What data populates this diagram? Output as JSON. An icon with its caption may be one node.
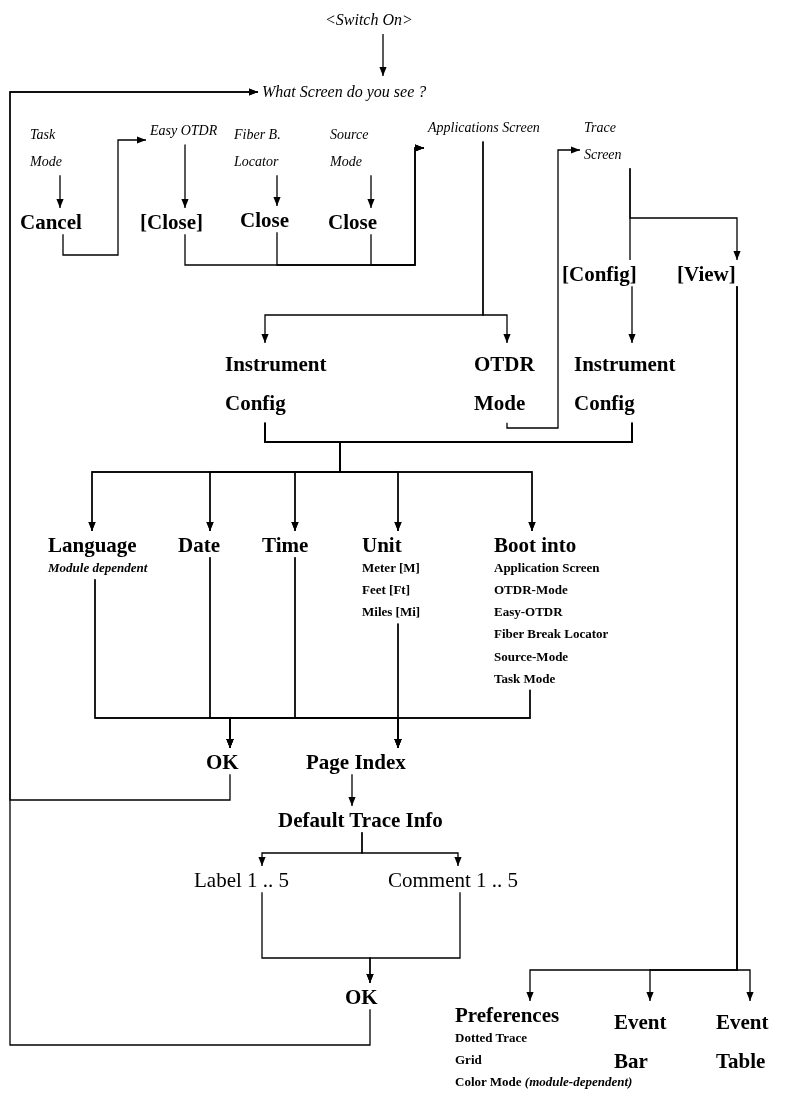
{
  "diagram": {
    "nodes": [
      {
        "text": [
          "<Switch On>"
        ]
      },
      {
        "text": [
          "What Screen do you see ?"
        ]
      },
      {
        "text": [
          "Task Mode"
        ]
      },
      {
        "text": [
          "Easy OTDR"
        ]
      },
      {
        "text": [
          "Fiber B. Locator"
        ]
      },
      {
        "text": [
          "Source Mode"
        ]
      },
      {
        "text": [
          "Applications Screen"
        ]
      },
      {
        "text": [
          "Trace Screen"
        ]
      },
      {
        "text": [
          "Cancel"
        ]
      },
      {
        "text": [
          "[Close]"
        ]
      },
      {
        "text": [
          "Close"
        ]
      },
      {
        "text": [
          "Close"
        ]
      },
      {
        "text": [
          "[Config]"
        ]
      },
      {
        "text": [
          "[View]"
        ]
      },
      {
        "text": [
          "Instrument Config"
        ]
      },
      {
        "text": [
          "OTDR Mode"
        ]
      },
      {
        "text": [
          "Instrument Config"
        ]
      },
      {
        "text": [
          "Language",
          "Module dependent"
        ]
      },
      {
        "text": [
          "Date"
        ]
      },
      {
        "text": [
          "Time"
        ]
      },
      {
        "text": [
          "Unit",
          "Meter [M]",
          "Feet [Ft]",
          "Miles [Mi]"
        ]
      },
      {
        "text": [
          "Boot into",
          "Application Screen",
          "OTDR-Mode",
          "Easy-OTDR",
          "Fiber Break Locator",
          "Source-Mode",
          "Task Mode"
        ]
      },
      {
        "text": [
          "OK"
        ]
      },
      {
        "text": [
          "Page Index"
        ]
      },
      {
        "text": [
          "Default Trace Info"
        ]
      },
      {
        "text": [
          "Label 1 .. 5"
        ]
      },
      {
        "text": [
          "Comment 1 .. 5"
        ]
      },
      {
        "text": [
          "OK"
        ]
      },
      {
        "text": [
          "Preferences",
          "Dotted Trace",
          "Grid",
          "Color Mode *(module-dependent)*"
        ]
      },
      {
        "text": [
          "Event Bar"
        ]
      },
      {
        "text": [
          "Event Table"
        ]
      }
    ],
    "edges": [
      {
        "from": 0,
        "to": 1,
        "arrow": "to"
      },
      {
        "from": 22,
        "to": 1,
        "arrow": "to"
      },
      {
        "from": 27,
        "to": 1,
        "arrow": "to"
      },
      {
        "from": 2,
        "to": 8,
        "arrow": "to"
      },
      {
        "from": 8,
        "to": 3,
        "arrow": "to"
      },
      {
        "from": 3,
        "to": 9,
        "arrow": "to"
      },
      {
        "from": 4,
        "to": 10,
        "arrow": "to"
      },
      {
        "from": 5,
        "to": 11,
        "arrow": "to"
      },
      {
        "from": 9,
        "to": 6,
        "arrow": "to"
      },
      {
        "from": 10,
        "to": 6,
        "arrow": "to"
      },
      {
        "from": 11,
        "to": 6,
        "arrow": "to"
      },
      {
        "from": 6,
        "to": 14,
        "arrow": "to"
      },
      {
        "from": 6,
        "to": 15,
        "arrow": "to"
      },
      {
        "from": 15,
        "to": 7,
        "arrow": "to"
      },
      {
        "from": 7,
        "to": 12,
        "arrow": "none"
      },
      {
        "from": 7,
        "to": 13,
        "arrow": "to"
      },
      {
        "from": 12,
        "to": 16,
        "arrow": "to"
      },
      {
        "from": 14,
        "to": 17,
        "arrow": "to"
      },
      {
        "from": 14,
        "to": 18,
        "arrow": "to"
      },
      {
        "from": 14,
        "to": 19,
        "arrow": "to"
      },
      {
        "from": 14,
        "to": 20,
        "arrow": "to"
      },
      {
        "from": 14,
        "to": 21,
        "arrow": "to"
      },
      {
        "from": 16,
        "to": 17,
        "arrow": "to"
      },
      {
        "from": 16,
        "to": 18,
        "arrow": "to"
      },
      {
        "from": 16,
        "to": 19,
        "arrow": "to"
      },
      {
        "from": 16,
        "to": 20,
        "arrow": "to"
      },
      {
        "from": 16,
        "to": 21,
        "arrow": "to"
      },
      {
        "from": 17,
        "to": 22,
        "arrow": "to"
      },
      {
        "from": 18,
        "to": 22,
        "arrow": "to"
      },
      {
        "from": 19,
        "to": 22,
        "arrow": "to"
      },
      {
        "from": 20,
        "to": 22,
        "arrow": "to"
      },
      {
        "from": 21,
        "to": 22,
        "arrow": "to"
      },
      {
        "from": 17,
        "to": 23,
        "arrow": "to"
      },
      {
        "from": 18,
        "to": 23,
        "arrow": "to"
      },
      {
        "from": 19,
        "to": 23,
        "arrow": "to"
      },
      {
        "from": 20,
        "to": 23,
        "arrow": "to"
      },
      {
        "from": 21,
        "to": 23,
        "arrow": "to"
      },
      {
        "from": 23,
        "to": 24,
        "arrow": "to"
      },
      {
        "from": 24,
        "to": 25,
        "arrow": "to"
      },
      {
        "from": 24,
        "to": 26,
        "arrow": "to"
      },
      {
        "from": 25,
        "to": 27,
        "arrow": "to"
      },
      {
        "from": 26,
        "to": 27,
        "arrow": "to"
      },
      {
        "from": 13,
        "to": 28,
        "arrow": "to"
      },
      {
        "from": 13,
        "to": 29,
        "arrow": "to"
      },
      {
        "from": 13,
        "to": 30,
        "arrow": "to"
      }
    ]
  }
}
